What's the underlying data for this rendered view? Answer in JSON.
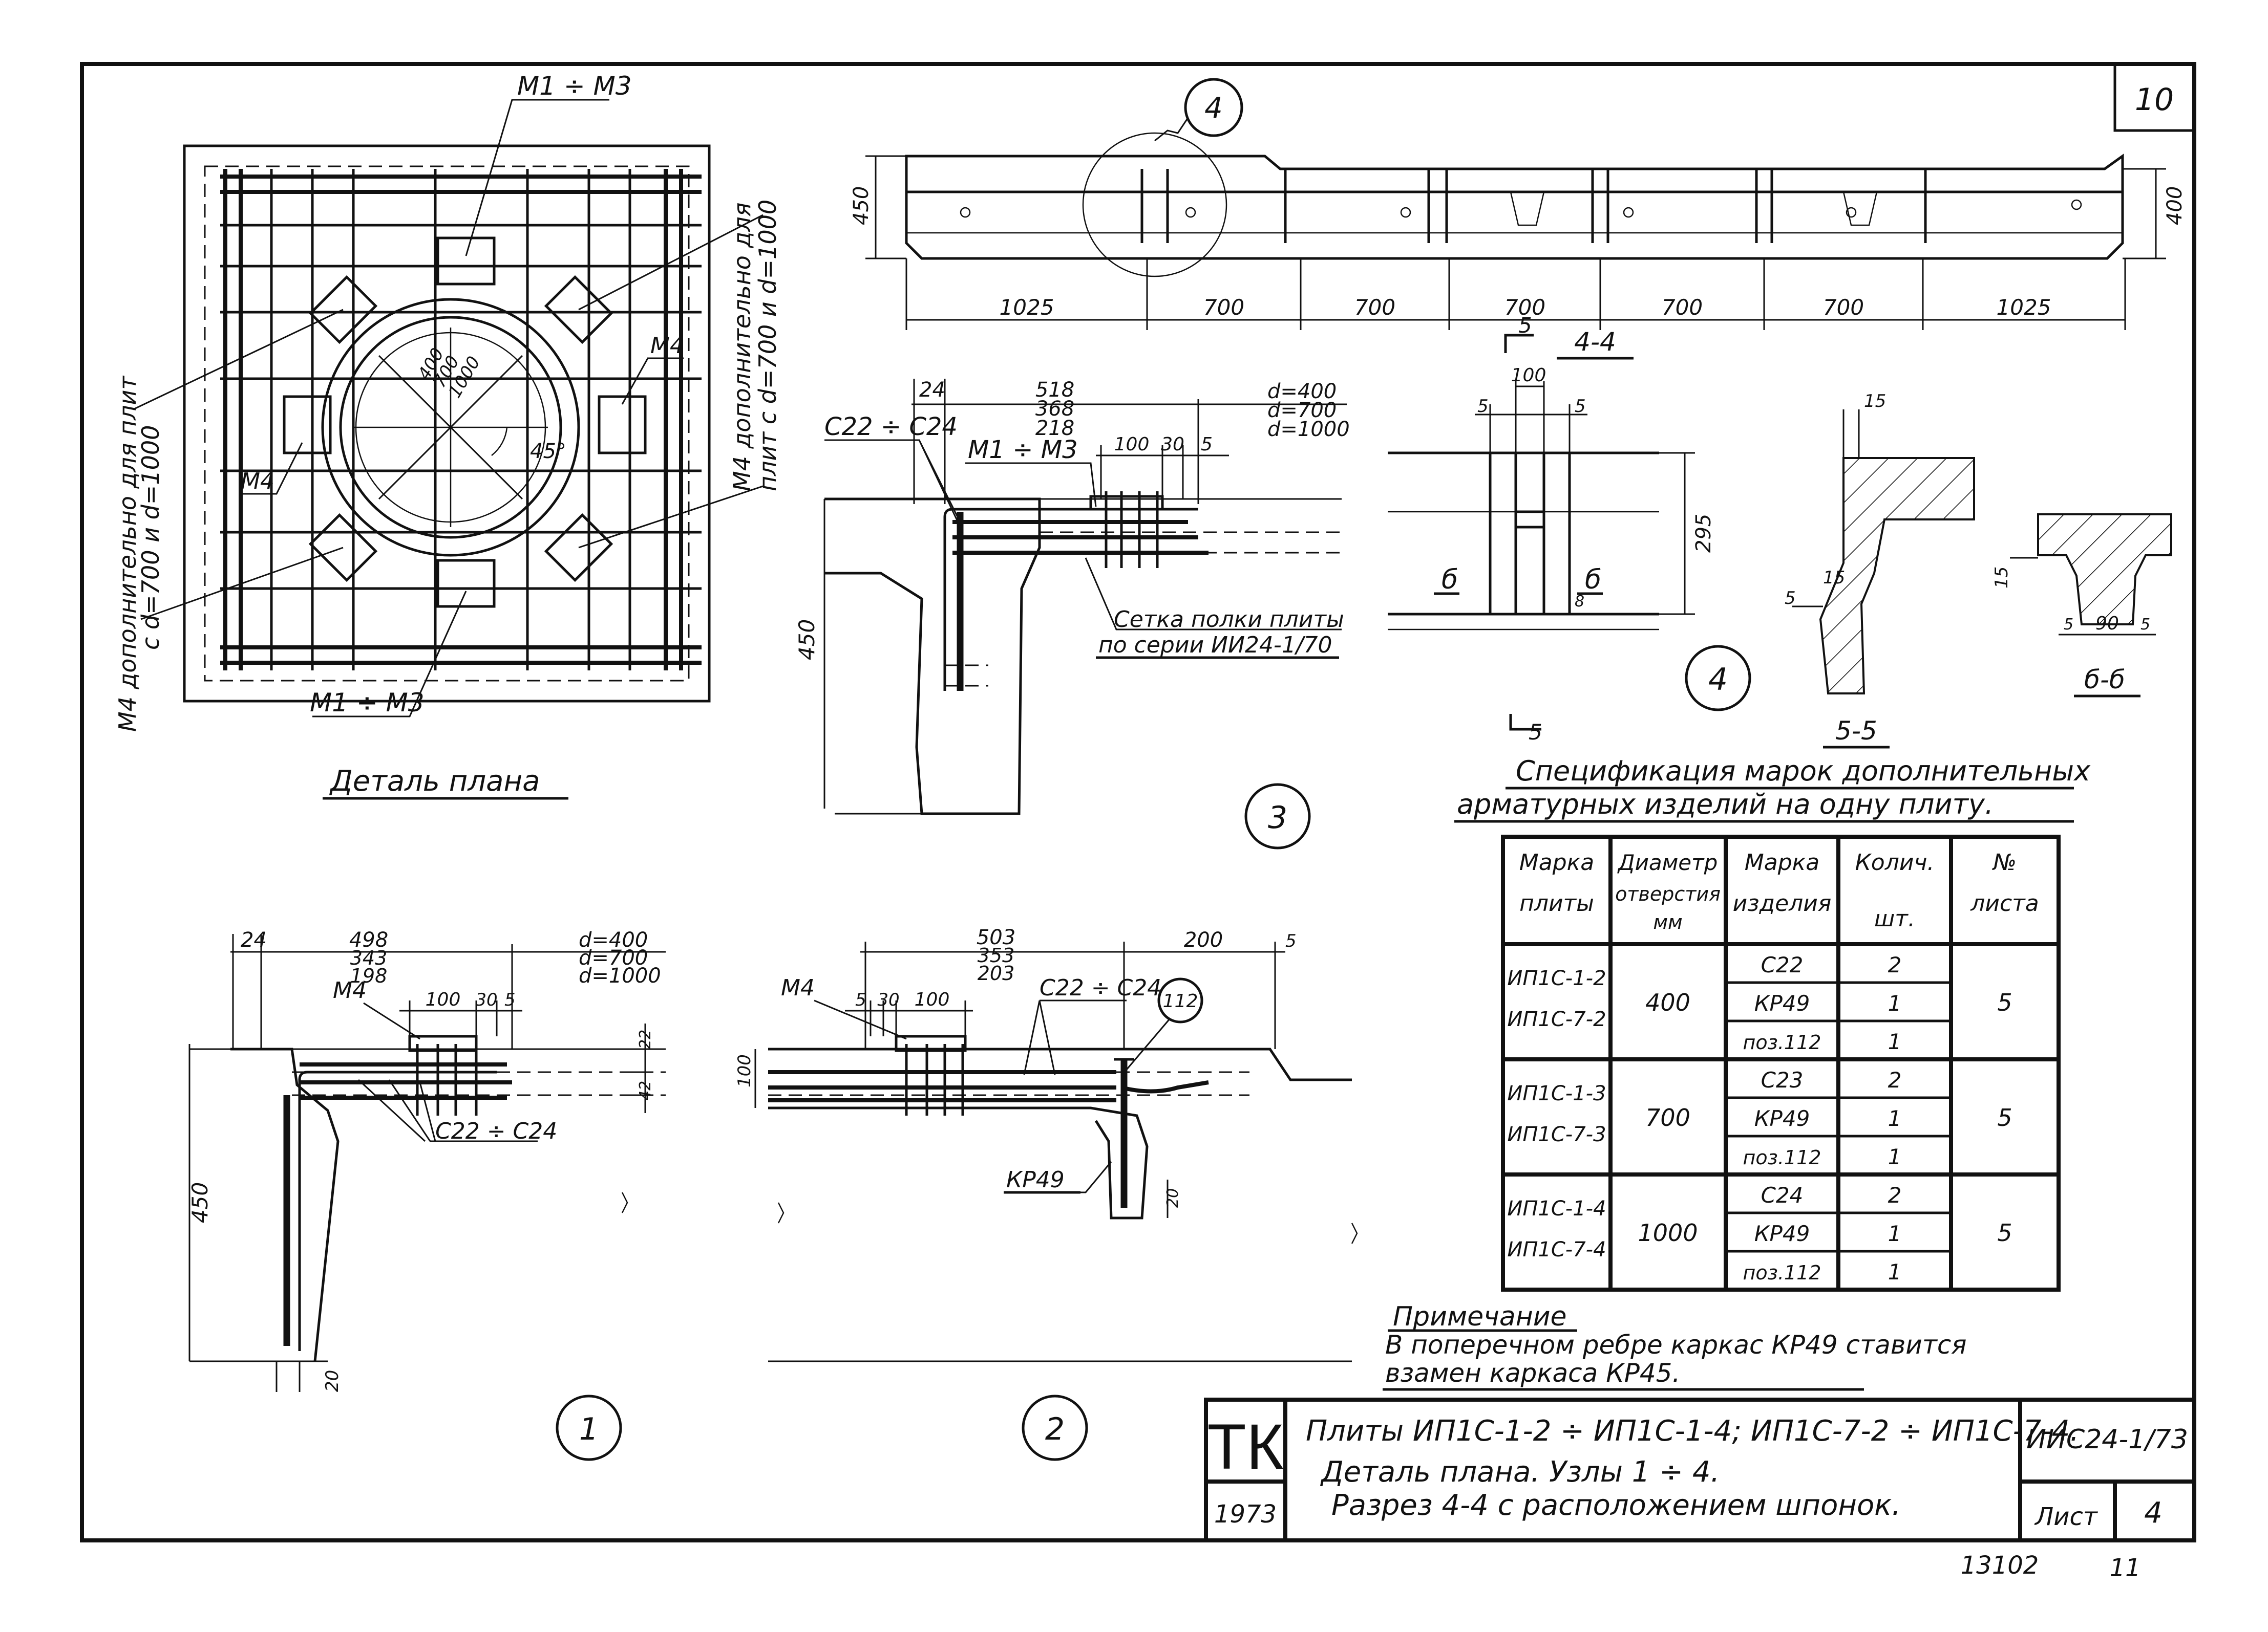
{
  "sheet": {
    "corner_number": "10",
    "designation": "ИИС24-1/73",
    "sheet_label": "Лист",
    "sheet_no": "4",
    "bottom_number": "13102",
    "bottom_right": "11"
  },
  "title_block": {
    "org": "ТК",
    "year": "1973",
    "line1": "Плиты ИП1С-1-2 ÷ ИП1С-1-4; ИП1С-7-2 ÷ ИП1С-7-4.",
    "line2": "Деталь плана.  Узлы 1 ÷ 4.",
    "line3": "Разрез 4-4 с расположением шпонок."
  },
  "plan": {
    "title": "Деталь плана",
    "m1m3_top": "М1 ÷ М3",
    "m1m3_bottom": "М1 ÷ М3",
    "m4_right": "М4",
    "m4_left": "М4",
    "dia1": "400",
    "dia2": "700",
    "dia3": "1000",
    "angle": "45°",
    "note_left_1": "М4 дополнительно для плит",
    "note_left_2": "с d=700 и d=1000",
    "note_right_1": "М4 дополнительно для",
    "note_right_2": "плит с d=700 и d=1000"
  },
  "section44": {
    "title": "4-4",
    "callout": "4",
    "height_left": "450",
    "height_right": "400",
    "spans": [
      "1025",
      "700",
      "700",
      "700",
      "700",
      "700",
      "1025"
    ],
    "cut_mark": "5"
  },
  "node3": {
    "number": "3",
    "d1": "24",
    "dims": [
      "518",
      "368",
      "218"
    ],
    "d_values": [
      "d=400",
      "d=700",
      "d=1000"
    ],
    "m1m3": "М1 ÷ М3",
    "c22c24": "С22 ÷ С24",
    "spacing": [
      "100",
      "30",
      "5"
    ],
    "height": "450",
    "note1": "Сетка полки плиты",
    "note2": "по серии ИИ24-1/70"
  },
  "node4": {
    "number": "4",
    "width": "100",
    "s1": "5",
    "s2": "5",
    "height": "295",
    "label_b1": "б",
    "label_b2": "б",
    "small": "8",
    "cut": "5"
  },
  "section55": {
    "title": "5-5",
    "d15a": "15",
    "d15b": "15",
    "d5": "5"
  },
  "section66": {
    "title": "б-б",
    "d15": "15",
    "d90": "90",
    "d5a": "5",
    "d5b": "5"
  },
  "node1": {
    "number": "1",
    "d1": "24",
    "dims": [
      "498",
      "343",
      "198"
    ],
    "d_values": [
      "d=400",
      "d=700",
      "d=1000"
    ],
    "m4": "М4",
    "spacing": [
      "100",
      "30",
      "5"
    ],
    "c22c24": "С22 ÷ С24",
    "height": "450",
    "right_dims": [
      "22",
      "42"
    ],
    "bottom": "20"
  },
  "node2": {
    "number": "2",
    "dims": [
      "503",
      "353",
      "203"
    ],
    "d200": "200",
    "d5": "5",
    "m4": "М4",
    "spacing": [
      "5",
      "30",
      "100"
    ],
    "c22c24": "С22 ÷ С24",
    "callout": "112",
    "kr49": "КР49",
    "height": "100",
    "small": "20"
  },
  "spec": {
    "title1": "Спецификация марок дополнительных",
    "title2": "арматурных изделий на одну плиту.",
    "headers": [
      [
        "Марка",
        "плиты"
      ],
      [
        "Диаметр",
        "отверстия",
        "мм"
      ],
      [
        "Марка",
        "изделия"
      ],
      [
        "Колич.",
        "шт."
      ],
      [
        "№",
        "листа"
      ]
    ],
    "groups": [
      {
        "plates": [
          "ИП1С-1-2",
          "ИП1С-7-2"
        ],
        "diameter": "400",
        "sheet": "5",
        "items": [
          [
            "С22",
            "2"
          ],
          [
            "КР49",
            "1"
          ],
          [
            "поз.112",
            "1"
          ]
        ]
      },
      {
        "plates": [
          "ИП1С-1-3",
          "ИП1С-7-3"
        ],
        "diameter": "700",
        "sheet": "5",
        "items": [
          [
            "С23",
            "2"
          ],
          [
            "КР49",
            "1"
          ],
          [
            "поз.112",
            "1"
          ]
        ]
      },
      {
        "plates": [
          "ИП1С-1-4",
          "ИП1С-7-4"
        ],
        "diameter": "1000",
        "sheet": "5",
        "items": [
          [
            "С24",
            "2"
          ],
          [
            "КР49",
            "1"
          ],
          [
            "поз.112",
            "1"
          ]
        ]
      }
    ]
  },
  "note": {
    "title": "Примечание",
    "line1": "В поперечном ребре каркас КР49 ставится",
    "line2": "взамен каркаса КР45."
  }
}
